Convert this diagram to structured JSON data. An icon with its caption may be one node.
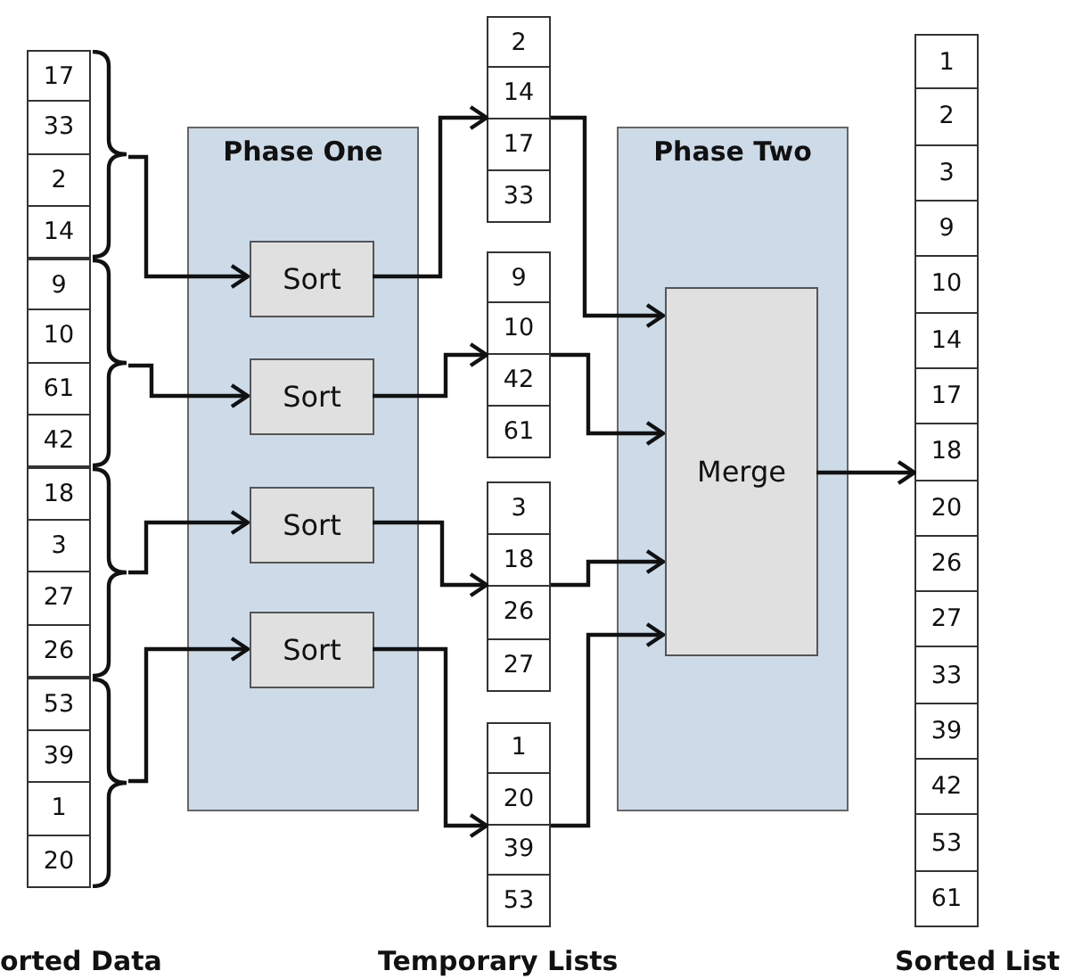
{
  "diagram": {
    "nodes": [
      {
        "text": [
          "17",
          "33",
          "2",
          "14"
        ]
      },
      {
        "text": [
          "9",
          "10",
          "61",
          "42"
        ]
      },
      {
        "text": [
          "18",
          "3",
          "27",
          "26"
        ]
      },
      {
        "text": [
          "53",
          "39",
          "1",
          "20"
        ]
      },
      {
        "text": [
          "Phase One"
        ]
      },
      {
        "text": [
          "Sort"
        ],
        "in": 4
      },
      {
        "text": [
          "Sort"
        ],
        "in": 4
      },
      {
        "text": [
          "Sort"
        ],
        "in": 4
      },
      {
        "text": [
          "Sort"
        ],
        "in": 4
      },
      {
        "text": [
          "2",
          "14",
          "17",
          "33"
        ]
      },
      {
        "text": [
          "9",
          "10",
          "42",
          "61"
        ]
      },
      {
        "text": [
          "3",
          "18",
          "26",
          "27"
        ]
      },
      {
        "text": [
          "1",
          "20",
          "39",
          "53"
        ]
      },
      {
        "text": [
          "Phase Two"
        ]
      },
      {
        "text": [
          "Merge"
        ],
        "in": 13
      },
      {
        "text": [
          "1",
          "2",
          "3",
          "9",
          "10",
          "14",
          "17",
          "18",
          "20",
          "26",
          "27",
          "33",
          "39",
          "42",
          "53",
          "61"
        ],
        "beside": [
          "Sorted List"
        ]
      }
    ],
    "edges": [
      {
        "from": 0,
        "to": 5,
        "arrow": "to"
      },
      {
        "from": 1,
        "to": 6,
        "arrow": "to"
      },
      {
        "from": 2,
        "to": 7,
        "arrow": "to"
      },
      {
        "from": 3,
        "to": 8,
        "arrow": "to"
      },
      {
        "from": 5,
        "to": 9,
        "arrow": "to"
      },
      {
        "from": 6,
        "to": 10,
        "arrow": "to"
      },
      {
        "from": 7,
        "to": 11,
        "arrow": "to"
      },
      {
        "from": 8,
        "to": 12,
        "arrow": "to"
      },
      {
        "from": 9,
        "to": 14,
        "arrow": "to"
      },
      {
        "from": 10,
        "to": 14,
        "arrow": "to"
      },
      {
        "from": 11,
        "to": 14,
        "arrow": "to"
      },
      {
        "from": 12,
        "to": 14,
        "arrow": "to"
      },
      {
        "from": 14,
        "to": 15,
        "arrow": "to"
      }
    ],
    "labels": [
      "orted Data",
      "Temporary Lists"
    ]
  }
}
